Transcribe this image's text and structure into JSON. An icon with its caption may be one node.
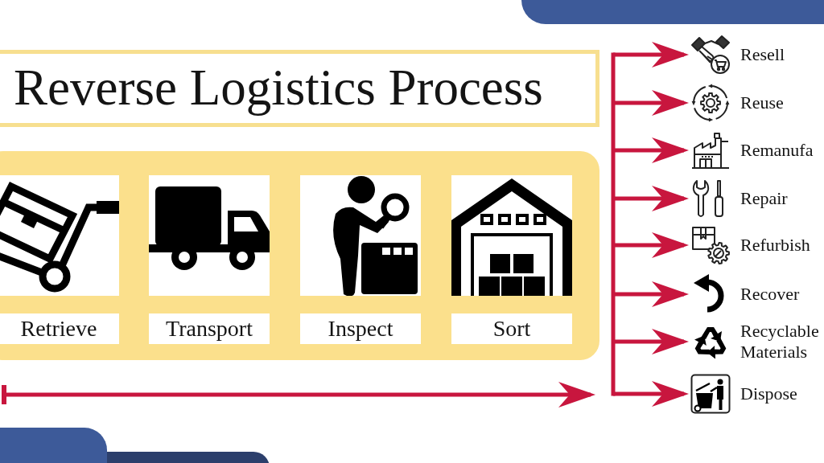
{
  "diagram": {
    "title": "Reverse Logistics Process",
    "nodes": [
      {
        "text": [],
        "shape": "box"
      },
      {
        "text": [
          "Retrieve"
        ],
        "in": 0
      },
      {
        "text": [
          "Transport"
        ],
        "in": 0
      },
      {
        "text": [
          "Inspect"
        ],
        "in": 0
      },
      {
        "text": [
          "Sort"
        ],
        "in": 0
      },
      {
        "text": [
          "Resell"
        ]
      },
      {
        "text": [
          "Reuse"
        ]
      },
      {
        "text": [
          "Remanufa"
        ]
      },
      {
        "text": [
          "Repair"
        ]
      },
      {
        "text": [
          "Refurbish"
        ]
      },
      {
        "text": [
          "Recover"
        ]
      },
      {
        "text": [
          "Recyclable Materials"
        ]
      },
      {
        "text": [
          "Dispose"
        ]
      }
    ],
    "edges": [
      {
        "from": null,
        "to": 5,
        "arrow": "to"
      },
      {
        "from": null,
        "to": 6,
        "arrow": "to"
      },
      {
        "from": null,
        "to": 7,
        "arrow": "to"
      },
      {
        "from": null,
        "to": 8,
        "arrow": "to"
      },
      {
        "from": null,
        "to": 9,
        "arrow": "to"
      },
      {
        "from": null,
        "to": 10,
        "arrow": "to"
      },
      {
        "from": null,
        "to": 11,
        "arrow": "to"
      },
      {
        "from": null,
        "to": 12,
        "arrow": "to"
      }
    ]
  }
}
